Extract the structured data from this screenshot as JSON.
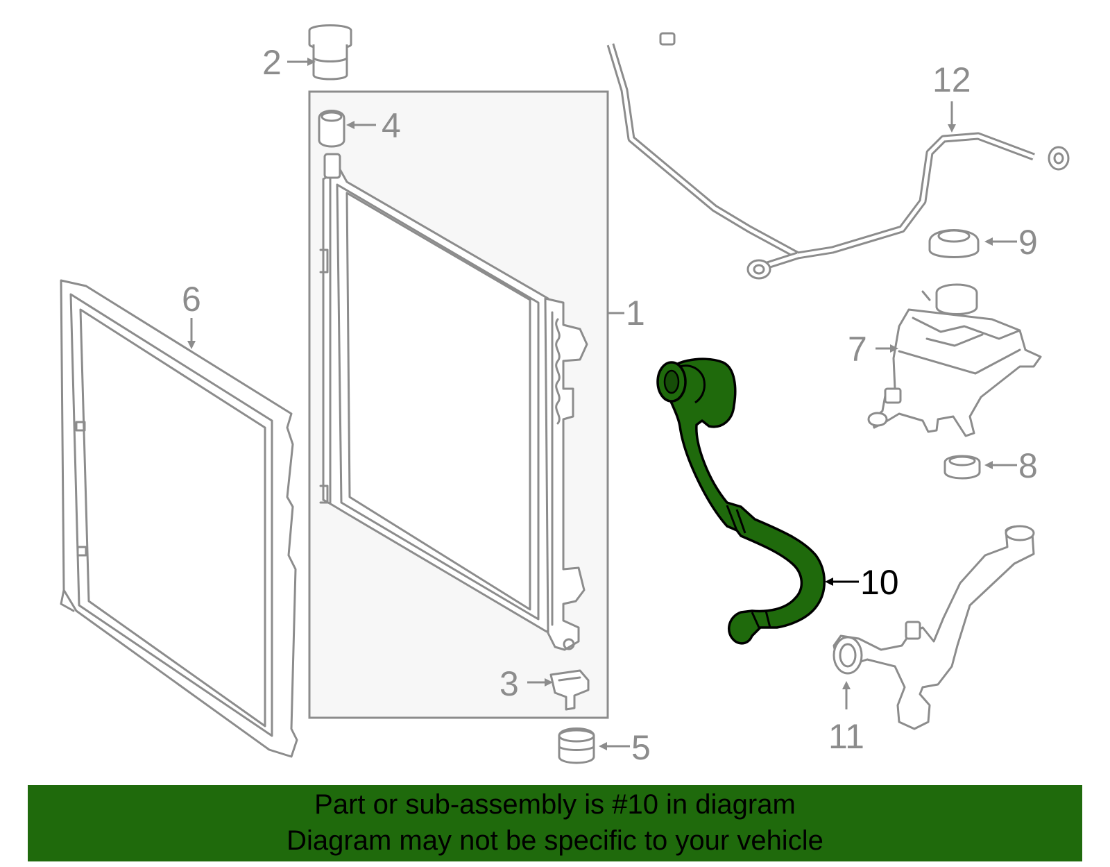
{
  "diagram": {
    "highlight_color": "#1f6a0c",
    "line_color": "#8c8c8c",
    "highlighted_part": "10",
    "callouts": [
      {
        "id": "c1",
        "label": "1"
      },
      {
        "id": "c2",
        "label": "2"
      },
      {
        "id": "c3",
        "label": "3"
      },
      {
        "id": "c4",
        "label": "4"
      },
      {
        "id": "c5",
        "label": "5"
      },
      {
        "id": "c6",
        "label": "6"
      },
      {
        "id": "c7",
        "label": "7"
      },
      {
        "id": "c8",
        "label": "8"
      },
      {
        "id": "c9",
        "label": "9"
      },
      {
        "id": "c10",
        "label": "10"
      },
      {
        "id": "c11",
        "label": "11"
      },
      {
        "id": "c12",
        "label": "12"
      }
    ]
  },
  "banner": {
    "background": "#1f6a0c",
    "line1": "Part or sub-assembly is #10 in diagram",
    "line2": "Diagram may not be specific to your vehicle"
  }
}
